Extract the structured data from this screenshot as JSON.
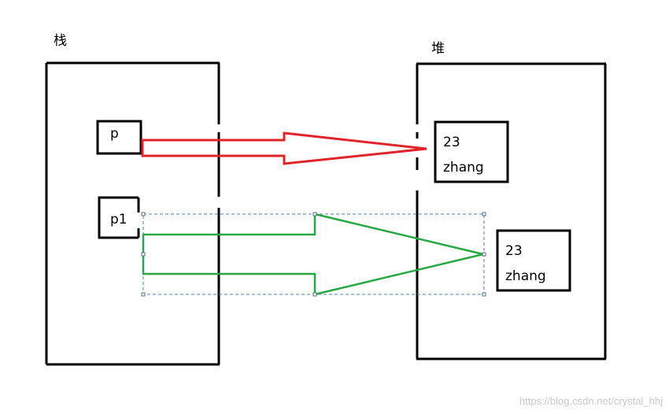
{
  "labels": {
    "stack": "栈",
    "heap": "堆",
    "var_p": "p",
    "var_p1": "p1"
  },
  "objects": [
    {
      "age": "23",
      "name": "zhang"
    },
    {
      "age": "23",
      "name": "zhang"
    }
  ],
  "watermark": "https://blog.csdn.net/crystal_hhj",
  "colors": {
    "outline": "#000000",
    "arrow_p": "#e0242b",
    "arrow_p1": "#28a745",
    "selection": "#4a86b8",
    "watermark": "#c8c8c8"
  }
}
